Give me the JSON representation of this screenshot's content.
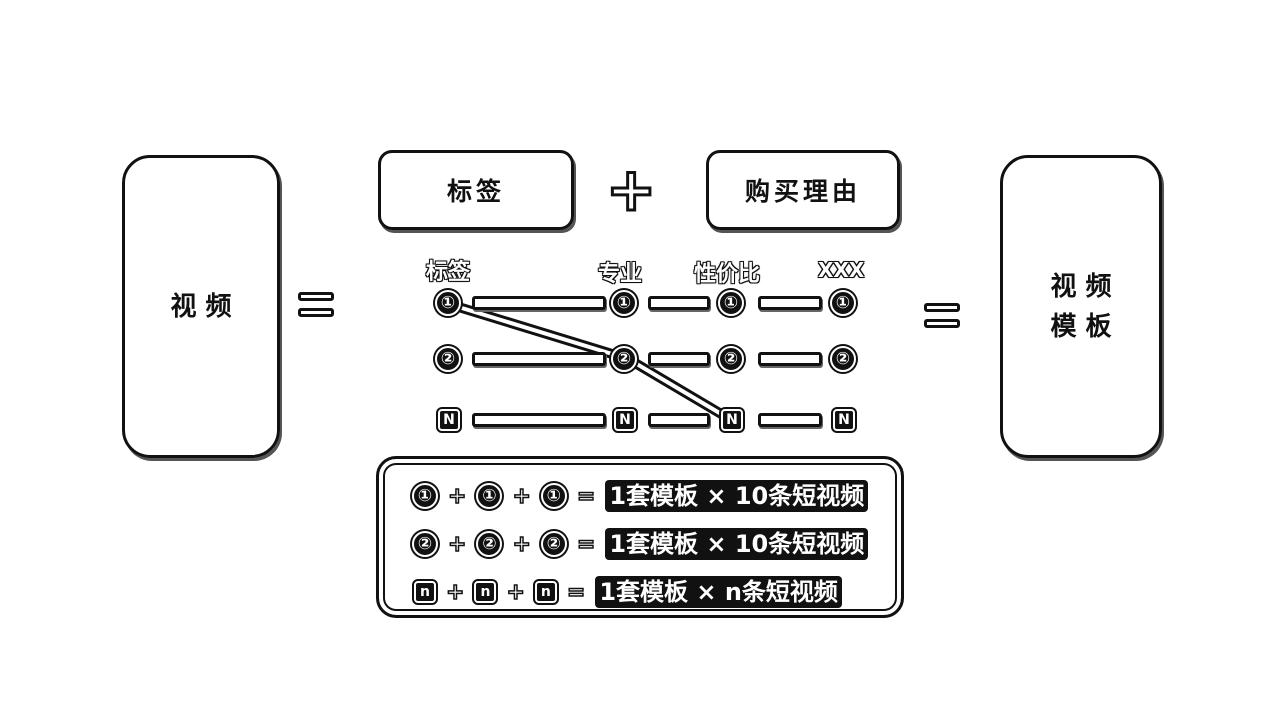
{
  "left_box": {
    "text": "视 频"
  },
  "right_box": {
    "line1": "视 频",
    "line2": "模 板"
  },
  "top_boxes": {
    "left": "标签",
    "right": "购买理由"
  },
  "plus_symbol": "+",
  "column_labels": [
    "标签",
    "专业",
    "性价比",
    "XXX"
  ],
  "rows": [
    {
      "node": "①"
    },
    {
      "node": "②"
    },
    {
      "node": "N"
    }
  ],
  "formulas": [
    {
      "n1": "①",
      "op1": "+",
      "n2": "①",
      "op2": "+",
      "n3": "①",
      "eq": "=",
      "result": "1套模板 × 10条短视频"
    },
    {
      "n1": "②",
      "op1": "+",
      "n2": "②",
      "op2": "+",
      "n3": "②",
      "eq": "=",
      "result": "1套模板 × 10条短视频"
    },
    {
      "n1": "n",
      "op1": "+",
      "n2": "n",
      "op2": "+",
      "n3": "n",
      "eq": "=",
      "result": "1套模板 × n条短视频"
    }
  ]
}
